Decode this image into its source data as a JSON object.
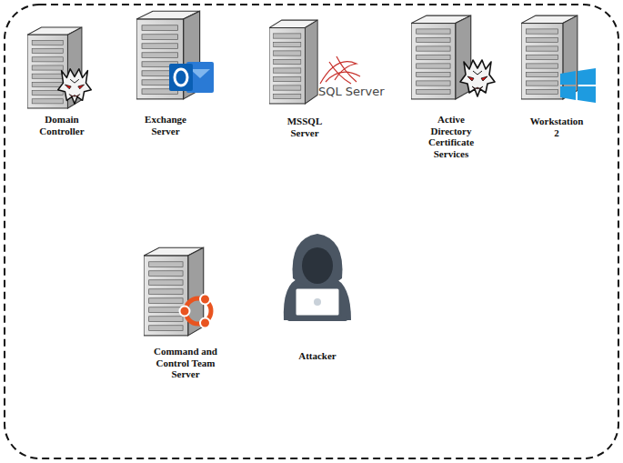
{
  "diagram": {
    "nodes": [
      {
        "text": [
          "Domain Controller"
        ]
      },
      {
        "text": [
          "Exchange Server"
        ]
      },
      {
        "text": [
          "MSSQL Server"
        ]
      },
      {
        "text": [
          "Active Directory Certificate Services"
        ]
      },
      {
        "text": [
          "Workstation 2"
        ]
      },
      {
        "text": [
          "Command and Control Team Server"
        ]
      },
      {
        "text": [
          "Attacker"
        ]
      }
    ],
    "labels": [
      "SQL Server"
    ]
  }
}
